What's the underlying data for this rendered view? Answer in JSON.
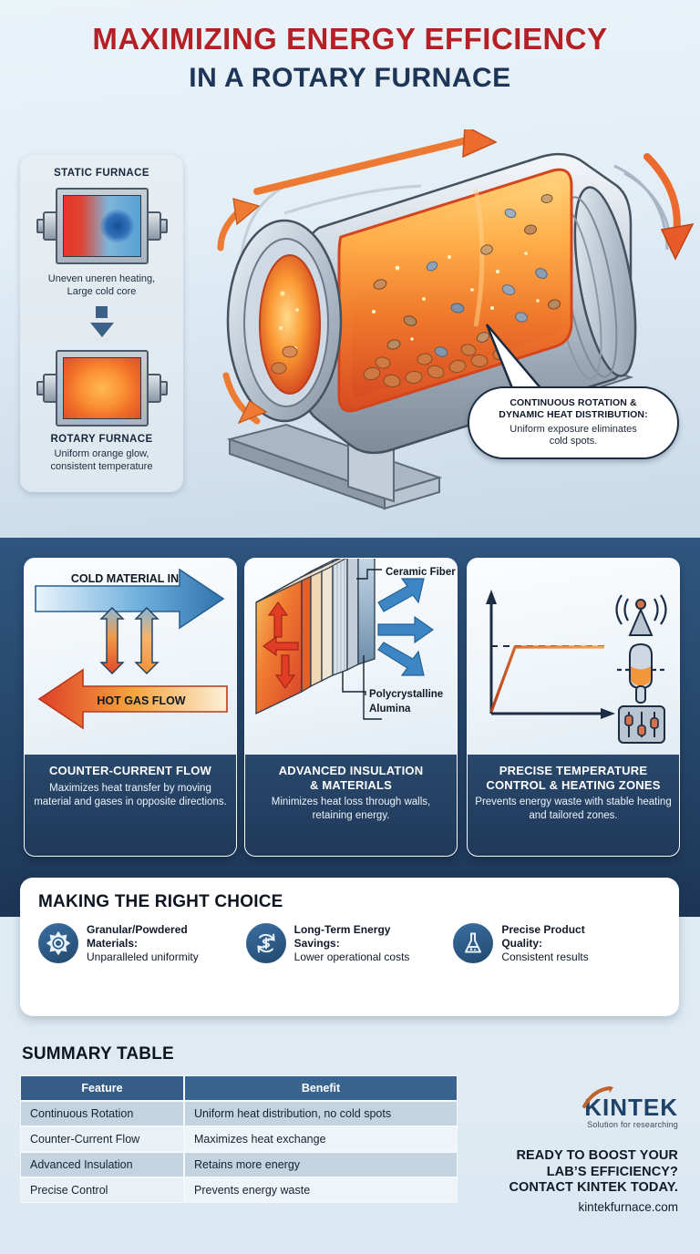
{
  "header": {
    "line1": "MAXIMIZING ENERGY EFFICIENCY",
    "line2": "IN A ROTARY FURNACE",
    "color_line1": "#b42025",
    "color_line2": "#1d3557"
  },
  "compare_panel": {
    "static_title": "STATIC FURNACE",
    "static_caption": "Uneven uneren heating,\nLarge cold core",
    "static_caption_l1": "Uneven uneren heating,",
    "static_caption_l2": "Large cold core",
    "rotary_title": "ROTARY FURNACE",
    "rotary_caption_l1": "Uniform orange glow,",
    "rotary_caption_l2": "consistent temperature"
  },
  "callout": {
    "title_l1": "CONTINUOUS ROTATION &",
    "title_l2": "DYNAMIC HEAT DISTRIBUTION:",
    "body_l1": "Uniform exposure eliminates",
    "body_l2": "cold spots."
  },
  "cards": [
    {
      "id": "counter-current-flow",
      "heading": "COUNTER-CURRENT FLOW",
      "body": "Maximizes heat transfer by moving material and gases in opposite directions.",
      "art_label_top": "COLD MATERIAL IN",
      "art_label_bottom": "HOT GAS FLOW"
    },
    {
      "id": "advanced-insulation-materials",
      "heading_l1": "ADVANCED INSULATION",
      "heading_l2": "& MATERIALS",
      "heading": "ADVANCED INSULATION & MATERIALS",
      "body": "Minimizes heat loss through walls, retaining energy.",
      "art_label_top": "Ceramic Fiber",
      "art_label_bottom_l1": "Polycrystalline",
      "art_label_bottom_l2": "Alumina"
    },
    {
      "id": "precise-temperature-control",
      "heading_l1": "PRECISE TEMPERATURE",
      "heading_l2": "CONTROL & HEATING ZONES",
      "heading": "PRECISE TEMPERATURE CONTROL & HEATING ZONES",
      "body": "Prevents energy waste with stable heating and tailored zones."
    }
  ],
  "choice": {
    "heading": "MAKING THE RIGHT CHOICE",
    "items": [
      {
        "icon": "gear-icon",
        "title_l1": "Granular/Powdered",
        "title_l2": "Materials:",
        "detail": "Unparalleled uniformity"
      },
      {
        "icon": "dollar-cycle-icon",
        "title_l1": "Long-Term Energy",
        "title_l2": "Savings:",
        "detail": "Lower operational costs"
      },
      {
        "icon": "flask-icon",
        "title_l1": "Precise Product",
        "title_l2": "Quality:",
        "detail": "Consistent results"
      }
    ]
  },
  "summary": {
    "heading": "SUMMARY TABLE",
    "columns": [
      "Feature",
      "Benefit"
    ],
    "rows": [
      [
        "Continuous Rotation",
        "Uniform heat distribution, no cold spots"
      ],
      [
        "Counter-Current Flow",
        "Maximizes heat exchange"
      ],
      [
        "Advanced Insulation",
        "Retains more energy"
      ],
      [
        "Precise Control",
        "Prevents energy waste"
      ]
    ]
  },
  "brand": {
    "logo": "KINTEK",
    "tagline": "Solution for researching",
    "cta_l1": "READY TO BOOST YOUR",
    "cta_l2": "LAB’S EFFICIENCY?",
    "cta_l3": "CONTACT KINTEK TODAY.",
    "url": "kintekfurnace.com"
  },
  "colors": {
    "accent_red": "#b42025",
    "navy": "#1d3557",
    "band_blue": "#27486c",
    "table_header": "#3a6490",
    "hot_orange": "#ef6b28",
    "cool_blue": "#3a86c8"
  }
}
